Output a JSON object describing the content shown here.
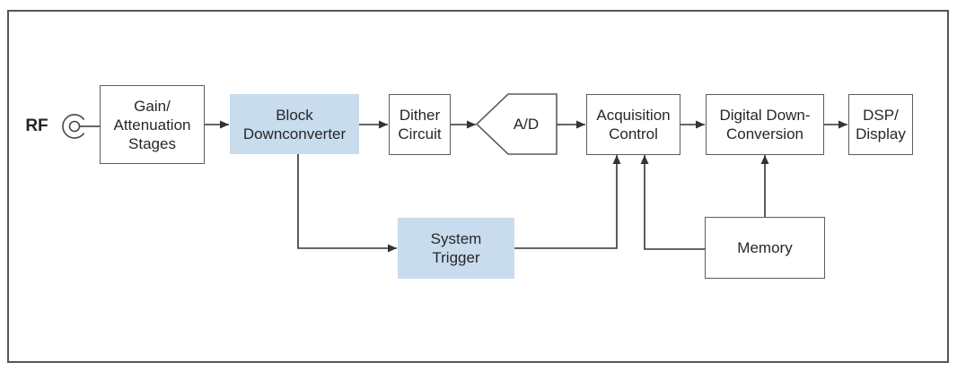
{
  "diagram": {
    "rf_label": "RF",
    "blocks": {
      "gain_attenuation": "Gain/\nAttenuation\nStages",
      "block_downconverter": "Block\nDownconverter",
      "dither_circuit": "Dither\nCircuit",
      "ad_converter": "A/D",
      "acquisition_control": "Acquisition\nControl",
      "digital_down_conversion": "Digital Down-\nConversion",
      "dsp_display": "DSP/\nDisplay",
      "system_trigger": "System\nTrigger",
      "memory": "Memory"
    },
    "highlighted_blocks": [
      "Block Downconverter",
      "System Trigger"
    ],
    "connections": [
      {
        "from": "RF input connector",
        "to": "Gain/Attenuation Stages",
        "arrow": false
      },
      {
        "from": "Gain/Attenuation Stages",
        "to": "Block Downconverter",
        "arrow": true
      },
      {
        "from": "Block Downconverter",
        "to": "Dither Circuit",
        "arrow": true
      },
      {
        "from": "Dither Circuit",
        "to": "A/D",
        "arrow": true
      },
      {
        "from": "A/D",
        "to": "Acquisition Control",
        "arrow": true
      },
      {
        "from": "Acquisition Control",
        "to": "Digital Down-Conversion",
        "arrow": true
      },
      {
        "from": "Digital Down-Conversion",
        "to": "DSP/Display",
        "arrow": true
      },
      {
        "from": "Block Downconverter",
        "to": "System Trigger",
        "arrow": true
      },
      {
        "from": "System Trigger",
        "to": "Acquisition Control",
        "arrow": true
      },
      {
        "from": "Memory",
        "to": "Acquisition Control",
        "arrow": true
      },
      {
        "from": "Memory",
        "to": "Digital Down-Conversion",
        "arrow": true
      }
    ],
    "colors": {
      "highlight_fill": "#c8dcee",
      "box_border": "#5c5d61",
      "line": "#323338",
      "text": "#27272b",
      "frame_border": "#54555a",
      "background": "#ffffff"
    },
    "icons": {
      "rf_connector": "rf-connector-icon"
    }
  }
}
